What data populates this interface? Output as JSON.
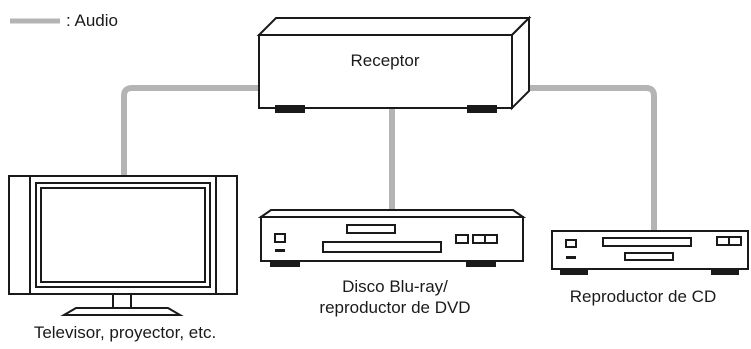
{
  "legend": {
    "text": ": Audio"
  },
  "receiver": {
    "label": "Receptor"
  },
  "devices": {
    "tv": {
      "label": "Televisor, proyector, etc."
    },
    "bluray": {
      "label_line1": "Disco Blu-ray/",
      "label_line2": "reproductor de DVD"
    },
    "cd": {
      "label": "Reproductor de CD"
    }
  },
  "colors": {
    "cable": "#b4b4b4",
    "outline": "#1a1a1a",
    "background": "#ffffff"
  }
}
